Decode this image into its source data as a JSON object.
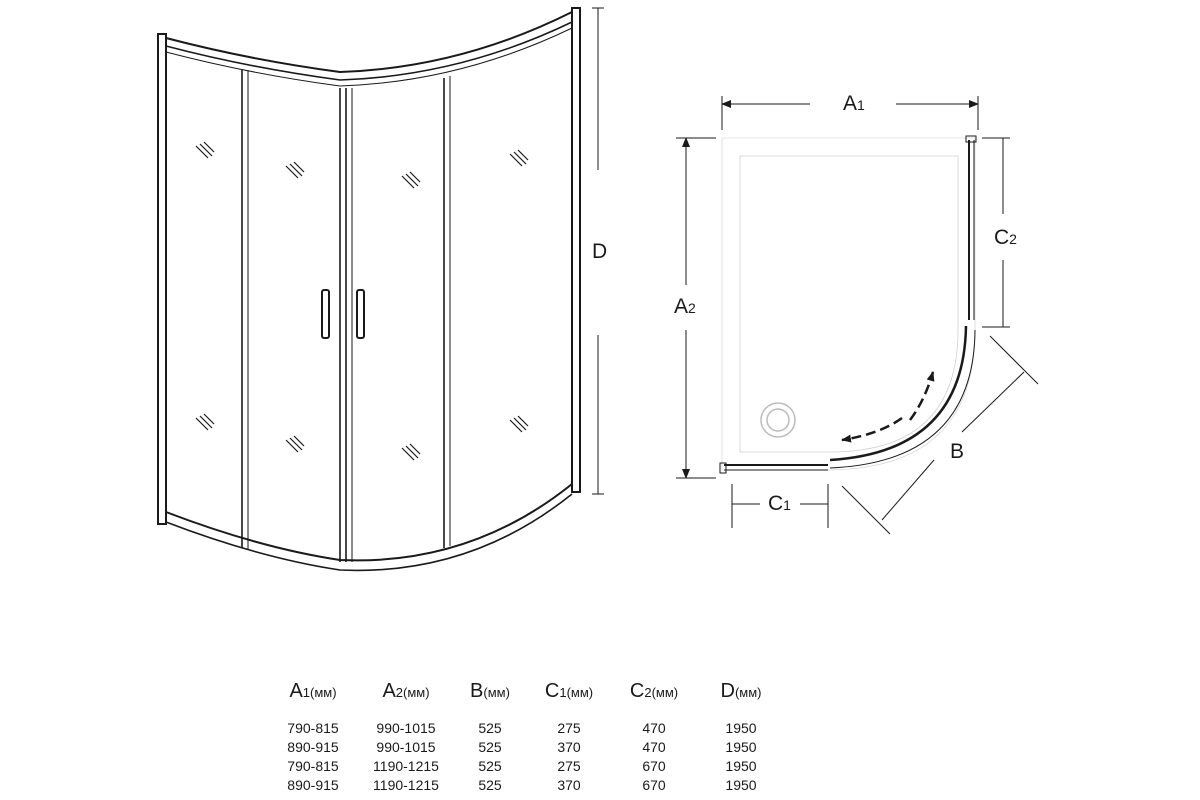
{
  "dimension_labels": {
    "D": "D",
    "A1_letter": "A",
    "A1_sub": "1",
    "A2_letter": "A",
    "A2_sub": "2",
    "B": "B",
    "C1_letter": "C",
    "C1_sub": "1",
    "C2_letter": "C",
    "C2_sub": "2"
  },
  "table": {
    "headers": [
      {
        "letter": "A",
        "sub": "1(мм)"
      },
      {
        "letter": "A",
        "sub": "2(мм)"
      },
      {
        "letter": "B",
        "sub": "(мм)"
      },
      {
        "letter": "C",
        "sub": "1(мм)"
      },
      {
        "letter": "C",
        "sub": "2(мм)"
      },
      {
        "letter": "D",
        "sub": "(мм)"
      }
    ],
    "rows": [
      [
        "790-815",
        "990-1015",
        "525",
        "275",
        "470",
        "1950"
      ],
      [
        "890-915",
        "990-1015",
        "525",
        "370",
        "470",
        "1950"
      ],
      [
        "790-815",
        "1190-1215",
        "525",
        "275",
        "670",
        "1950"
      ],
      [
        "890-915",
        "1190-1215",
        "525",
        "370",
        "670",
        "1950"
      ]
    ]
  }
}
